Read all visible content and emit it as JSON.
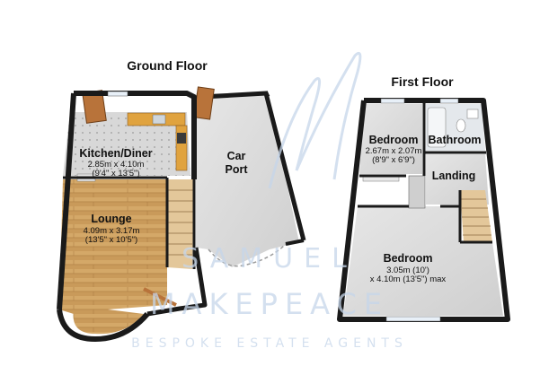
{
  "floors": {
    "ground": {
      "title": "Ground Floor",
      "rooms": {
        "kitchen": {
          "name": "Kitchen/Diner",
          "dim_metric": "2.85m x 4.10m",
          "dim_imperial": "(9'4\" x 13'5\")"
        },
        "car_port": {
          "name_line1": "Car",
          "name_line2": "Port"
        },
        "lounge": {
          "name": "Lounge",
          "dim_metric": "4.09m x 3.17m",
          "dim_imperial": "(13'5\" x 10'5\")"
        }
      }
    },
    "first": {
      "title": "First Floor",
      "rooms": {
        "bedroom_small": {
          "name": "Bedroom",
          "dim_metric": "2.67m x 2.07m",
          "dim_imperial": "(8'9\" x 6'9\")"
        },
        "bathroom": {
          "name": "Bathroom"
        },
        "landing": {
          "name": "Landing"
        },
        "bedroom_main": {
          "name": "Bedroom",
          "dim_line1": "3.05m (10')",
          "dim_line2": "x 4.10m (13'5\") max"
        }
      }
    }
  },
  "watermark": {
    "line1": "SAMUEL",
    "line2": "MAKEPEACE",
    "tagline": "BESPOKE ESTATE AGENTS"
  },
  "colors": {
    "wall": "#1a1a1a",
    "carpet": "#d9d9d9",
    "wood_floor": "#c99a5a",
    "kitchen_tile": "#d6d6d6",
    "door": "#b8733a",
    "watermark": "#c6d6ea"
  }
}
